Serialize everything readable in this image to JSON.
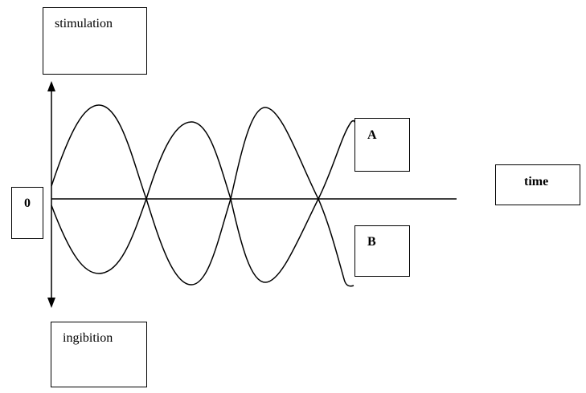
{
  "labels": {
    "stimulation": "stimulation",
    "inhibition": "ingibition",
    "zero": "0",
    "curve_a": "A",
    "curve_b": "B",
    "time": "time"
  },
  "colors": {
    "line": "#000000",
    "background": "#ffffff"
  }
}
